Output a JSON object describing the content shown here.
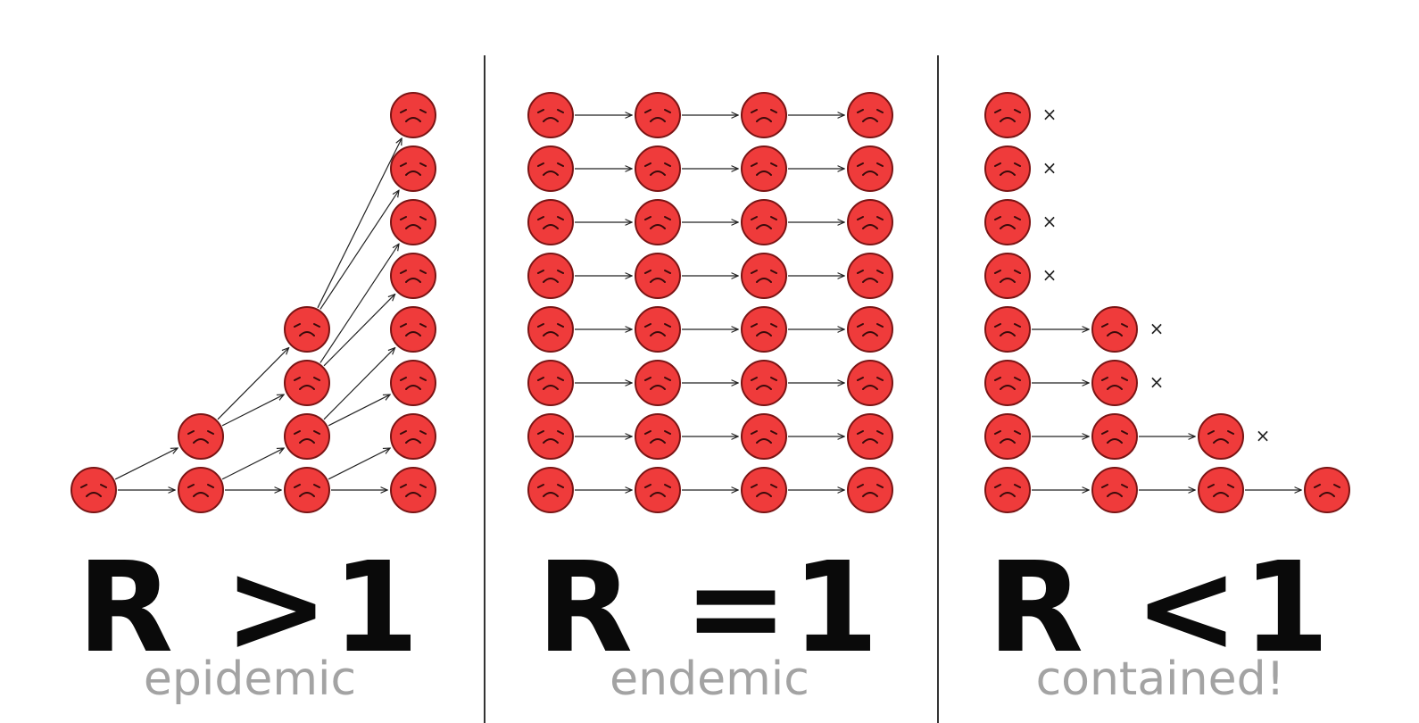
{
  "colors": {
    "face_fill": "#ef3b3b",
    "face_stroke": "#7a1515",
    "arrow": "#222222",
    "label": "#0a0a0a",
    "sublabel": "#a3a3a3",
    "divider": "#333333"
  },
  "icons": {
    "person": "sad-face-icon",
    "arrow": "arrow-icon",
    "stop": "x-mark-icon"
  },
  "panels": [
    {
      "id": "epidemic",
      "label": "R >1",
      "sublabel": "epidemic",
      "generations": [
        1,
        2,
        4,
        8
      ]
    },
    {
      "id": "endemic",
      "label": "R =1",
      "sublabel": "endemic",
      "generations": [
        8,
        8,
        8,
        8
      ]
    },
    {
      "id": "contained",
      "label": "R <1",
      "sublabel": "contained!",
      "generations": [
        8,
        4,
        2,
        1
      ]
    }
  ],
  "stop_mark": "×"
}
